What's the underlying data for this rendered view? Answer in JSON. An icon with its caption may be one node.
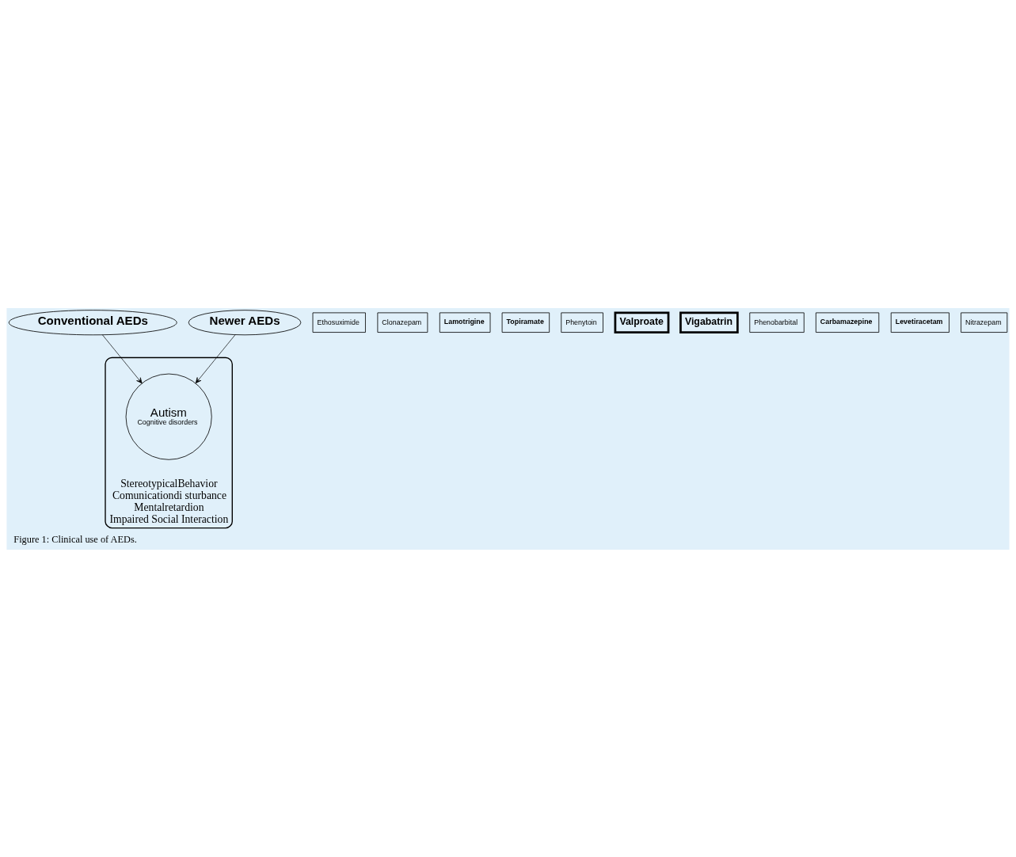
{
  "diagram": {
    "caption": "Figure 1: Clinical use of AEDs.",
    "nodes": [
      {
        "text": [
          "Conventional AEDs"
        ]
      },
      {
        "text": [
          "Newer AEDs"
        ]
      },
      {
        "text": [
          "Ethosuximide"
        ]
      },
      {
        "text": [
          "Clonazepam"
        ]
      },
      {
        "text": [
          "Lamotrigine"
        ]
      },
      {
        "text": [
          "Topiramate"
        ]
      },
      {
        "text": [
          "Phenytoin"
        ]
      },
      {
        "text": [
          "Valproate"
        ]
      },
      {
        "text": [
          "Vigabatrin"
        ]
      },
      {
        "text": [
          "Phenobarbital"
        ]
      },
      {
        "text": [
          "Carbamazepine"
        ]
      },
      {
        "text": [
          "Levetiracetam"
        ]
      },
      {
        "text": [
          "Nitrazepam"
        ]
      },
      {
        "text": [
          "StereotypicalBehavior",
          "Comunicationdi sturbance",
          "Mentalretardion",
          "Impaired Social Interaction"
        ]
      },
      {
        "text": [
          "Autism",
          "Cognitive disorders"
        ],
        "in": 13
      }
    ],
    "edges": [
      {
        "from": 0,
        "to": 14,
        "arrow": "to"
      },
      {
        "from": 1,
        "to": 14,
        "arrow": "to"
      }
    ]
  }
}
